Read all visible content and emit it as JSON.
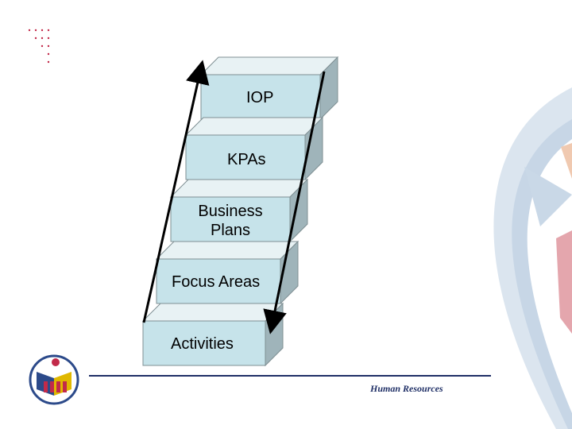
{
  "diagram": {
    "steps": [
      {
        "label": "IOP"
      },
      {
        "label": "KPAs"
      },
      {
        "label": "Business Plans"
      },
      {
        "label": "Focus Areas"
      },
      {
        "label": "Activities"
      }
    ]
  },
  "footer": {
    "department": "Human Resources"
  },
  "colors": {
    "step_front": "#c6e3ea",
    "step_side": "#9fb4ba",
    "step_top": "#e8f2f4",
    "step_outline": "#7f8f93",
    "footer_line": "#1f2f66",
    "dots": "#c22a4a",
    "swoosh_blue": "#b6c8dc",
    "swoosh_red": "#c94a50"
  },
  "icons": [
    "decorative-dot-grid-icon",
    "organization-logo-icon",
    "background-swoosh-icon",
    "up-arrow-icon",
    "down-arrow-icon"
  ]
}
